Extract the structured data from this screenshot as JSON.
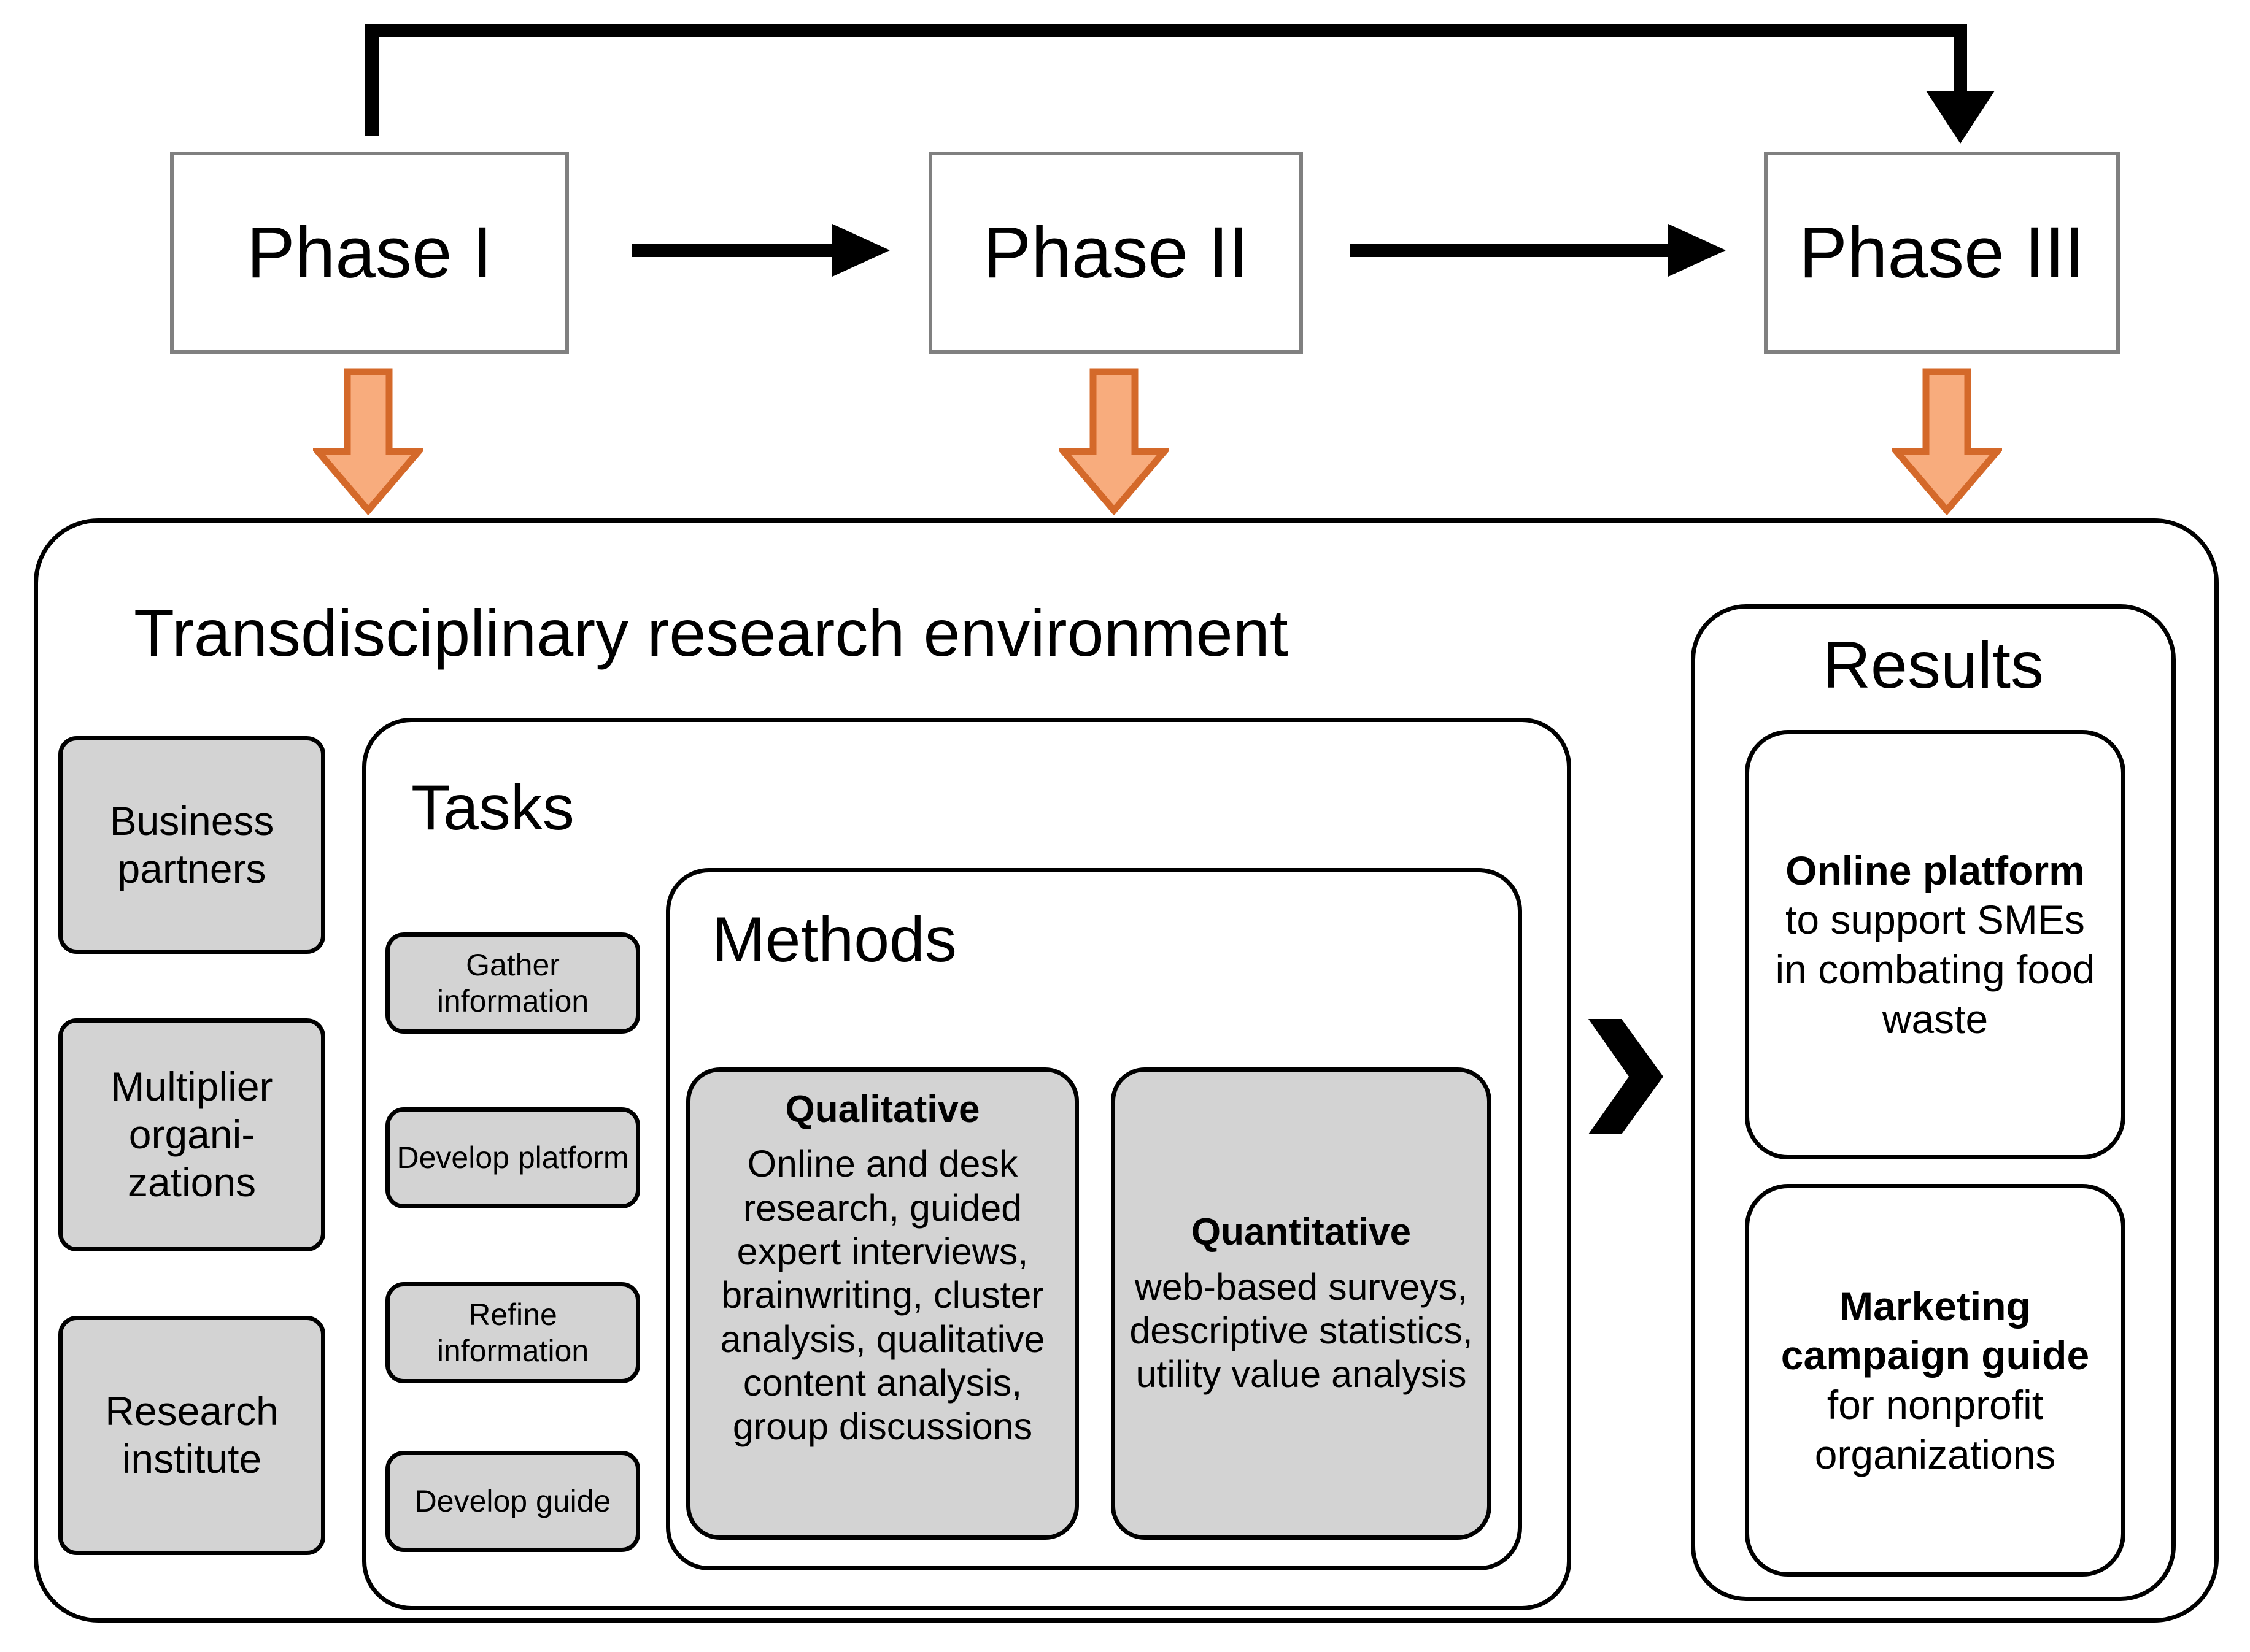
{
  "diagram": {
    "title_text": "Transdisciplinary research environment",
    "phases": [
      {
        "label": "Phase I"
      },
      {
        "label": "Phase II"
      },
      {
        "label": "Phase III"
      }
    ],
    "stakeholders": [
      {
        "label": "Business partners"
      },
      {
        "label": "Multiplier organi-zations"
      },
      {
        "label": "Research institute"
      }
    ],
    "tasks_title": "Tasks",
    "tasks": [
      {
        "label": "Gather information"
      },
      {
        "label": "Develop platform"
      },
      {
        "label": "Refine information"
      },
      {
        "label": "Develop guide"
      }
    ],
    "methods_title": "Methods",
    "methods": [
      {
        "heading": "Qualitative",
        "body": "Online and desk research, guided expert interviews, brainwriting, cluster analysis, qualitative content analysis, group discussions"
      },
      {
        "heading": "Quantitative",
        "body": "web-based surveys, descriptive statistics, utility value analysis"
      }
    ],
    "results_title": "Results",
    "results": [
      {
        "heading": "Online platform",
        "body": "to support SMEs in combating food waste"
      },
      {
        "heading": "Marketing campaign guide",
        "body": "for nonprofit organizations"
      }
    ],
    "icons": {
      "flow_arrow": "arrow-right-icon",
      "feedback_arrow": "feedback-loop-arrow-icon",
      "phase_down_arrow": "arrow-down-icon",
      "results_chevron": "chevron-right-icon"
    },
    "colors": {
      "orange_fill": "#F8AC7D",
      "orange_stroke": "#D4692A",
      "phase_border": "#808080",
      "box_fill": "#D3D3D3",
      "stroke": "#000000",
      "background": "#FFFFFF"
    }
  }
}
